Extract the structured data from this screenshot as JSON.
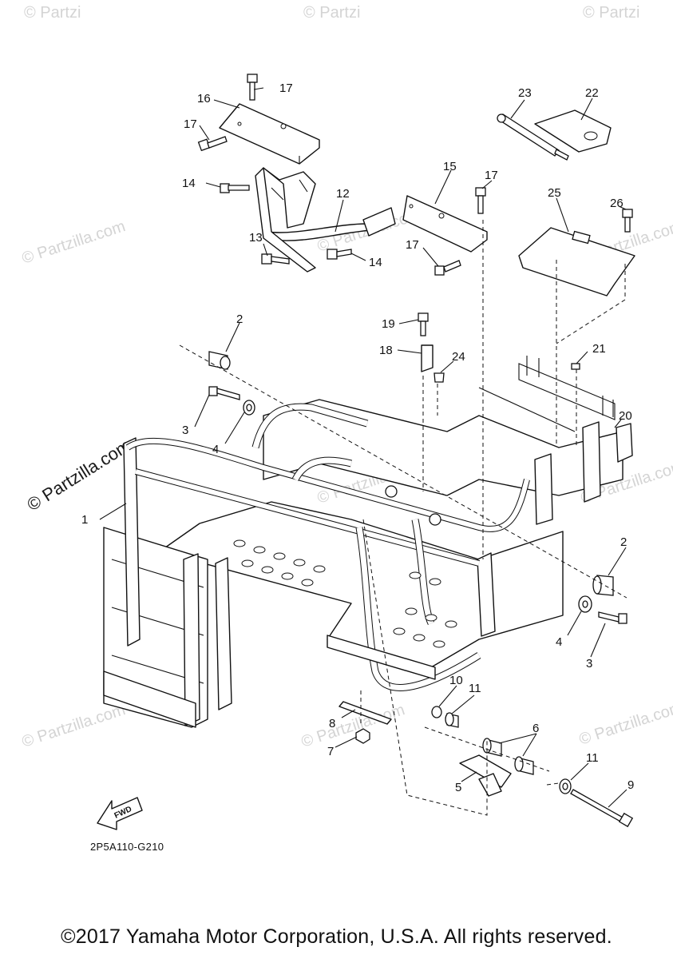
{
  "diagram": {
    "drawing_code": "2P5A110-G210",
    "fwd_label": "FWD",
    "copyright": "©2017 Yamaha Motor Corporation, U.S.A. All rights reserved.",
    "watermark_text": "© Partzilla.com",
    "watermark_short": "© Partzi"
  },
  "callouts": {
    "c1": "1",
    "c2a": "2",
    "c2b": "2",
    "c3a": "3",
    "c3b": "3",
    "c4a": "4",
    "c4b": "4",
    "c5": "5",
    "c6": "6",
    "c7": "7",
    "c8": "8",
    "c9": "9",
    "c10": "10",
    "c11a": "11",
    "c11b": "11",
    "c12": "12",
    "c13": "13",
    "c14a": "14",
    "c14b": "14",
    "c15": "15",
    "c16": "16",
    "c17a": "17",
    "c17b": "17",
    "c17c": "17",
    "c17d": "17",
    "c18": "18",
    "c19": "19",
    "c20": "20",
    "c21": "21",
    "c22": "22",
    "c23": "23",
    "c24": "24",
    "c25": "25",
    "c26": "26"
  }
}
